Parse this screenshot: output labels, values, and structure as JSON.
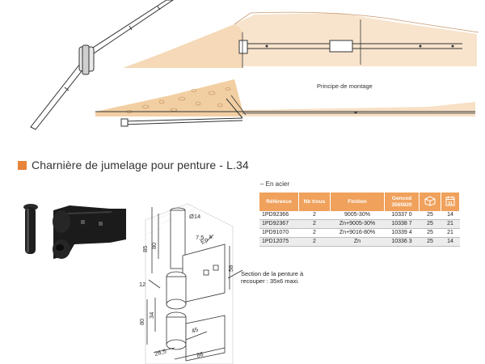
{
  "diagram": {
    "caption": "Principe de montage"
  },
  "product": {
    "title": "Charnière de jumelage pour penture - L.34",
    "material": "– En acier",
    "accent_color": "#e8833a",
    "table_header_color": "#f0a15c",
    "icons": [
      "box-icon",
      "calendar-icon"
    ]
  },
  "table": {
    "headers": {
      "reference": "Référence",
      "holes": "Nb trous",
      "finish": "Finition",
      "gencod_line1": "Gencod",
      "gencod_line2": "3565920",
      "calendar_number": "31"
    },
    "rows": [
      {
        "ref": "1PD92366",
        "holes": "2",
        "finish": "9005-30%",
        "gencod": "10337 0",
        "qty1": "25",
        "qty2": "14"
      },
      {
        "ref": "1PD92367",
        "holes": "2",
        "finish": "Zn+9005-30%",
        "gencod": "10338 7",
        "qty1": "25",
        "qty2": "21"
      },
      {
        "ref": "1PD91070",
        "holes": "2",
        "finish": "Zn+9016-80%",
        "gencod": "10339 4",
        "qty1": "25",
        "qty2": "21"
      },
      {
        "ref": "1PD12075",
        "holes": "2",
        "finish": "Zn",
        "gencod": "10336 3",
        "qty1": "25",
        "qty2": "14"
      }
    ]
  },
  "drawing": {
    "note": "Section de la penture à recouper : 35x6 maxi.",
    "dims": {
      "d14": "Ø14",
      "d85": "85",
      "d80_top": "80",
      "d7_5": "7,5",
      "ep4": "Ep 4",
      "d58": "58",
      "d12": "12",
      "d34": "34",
      "d80_bottom": "80",
      "d45": "45",
      "d26_5": "26,5",
      "d86": "86"
    }
  }
}
